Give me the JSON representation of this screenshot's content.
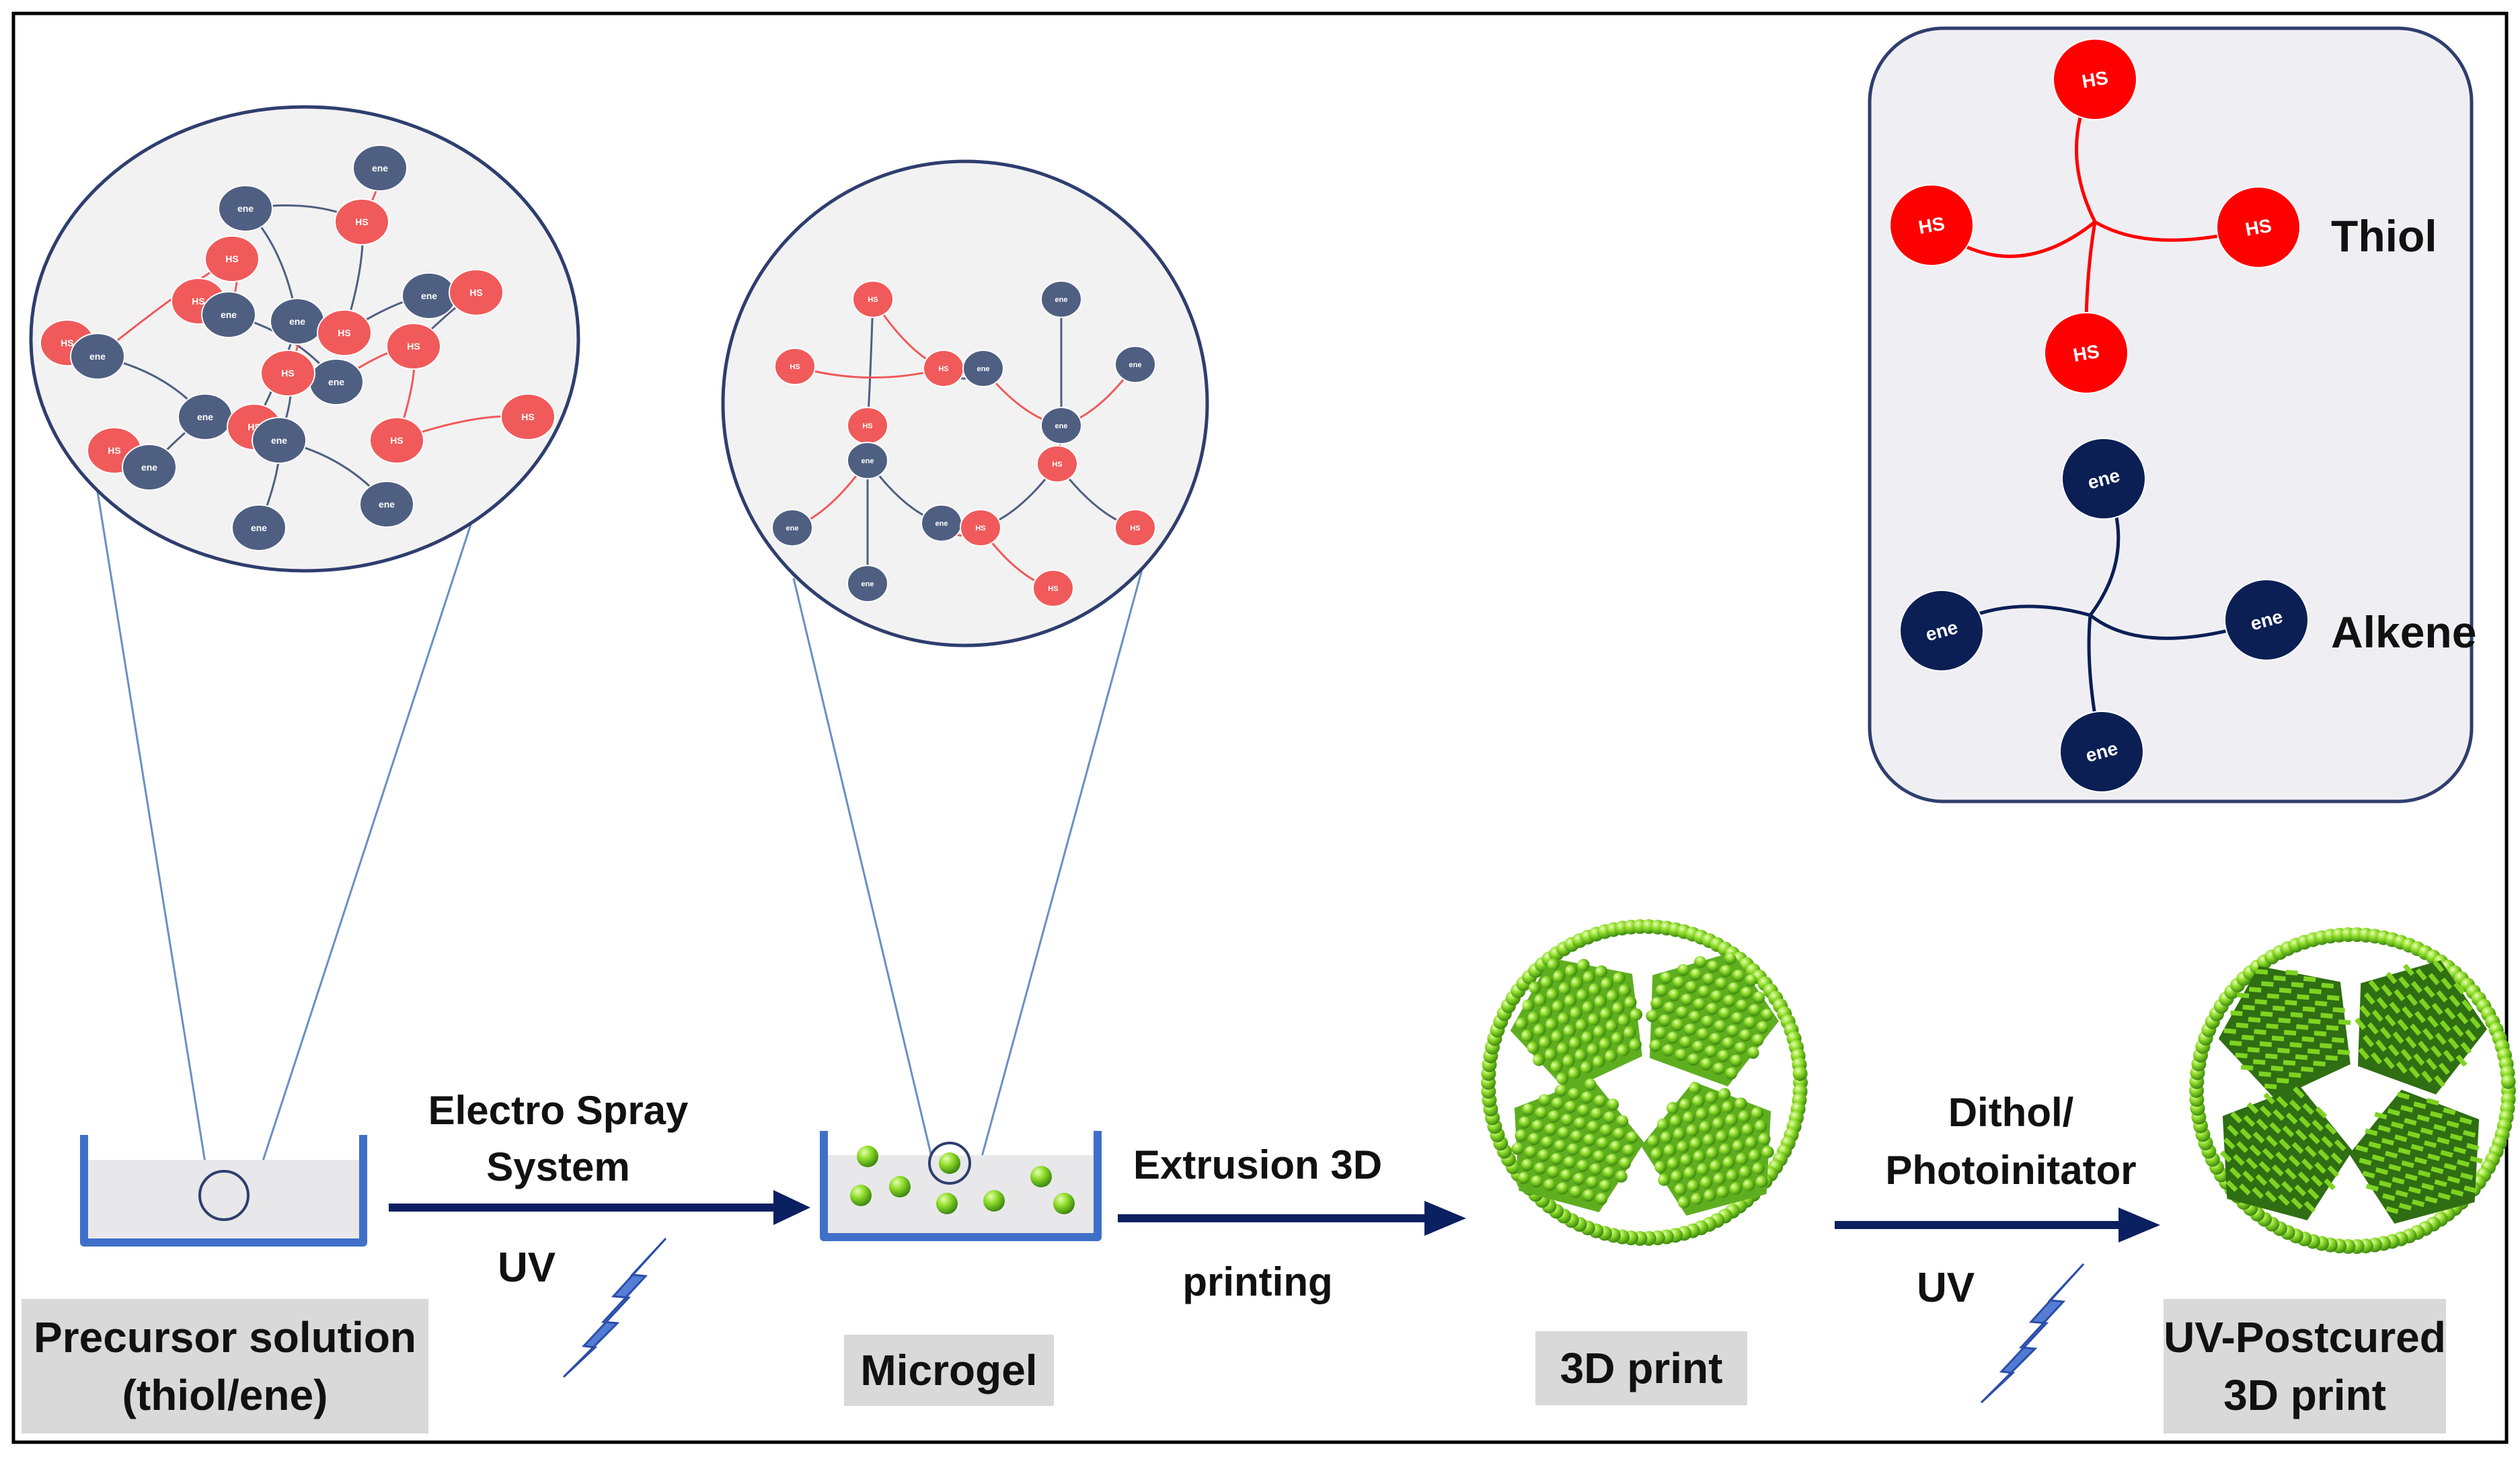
{
  "steps": {
    "precursor": {
      "line1": "Precursor solution",
      "line2": "(thiol/ene)"
    },
    "microgel": {
      "label": "Microgel"
    },
    "print": {
      "label": "3D print"
    },
    "postcured": {
      "line1": "UV-Postcured",
      "line2": "3D print"
    }
  },
  "arrows": {
    "a1": {
      "line1": "Electro Spray",
      "line2": "System",
      "uv": "UV"
    },
    "a2": {
      "line1": "Extrusion 3D",
      "line2": "printing"
    },
    "a3": {
      "line1": "Dithol/",
      "line2": "Photoinitator",
      "uv": "UV"
    }
  },
  "legend": {
    "thiol": "Thiol",
    "alkene": "Alkene"
  },
  "groups": {
    "thiol": "HS",
    "ene": "ene"
  },
  "colors": {
    "thiol_node": "#f05a5a",
    "ene_node": "#4f5f82",
    "legend_thiol": "#ff0000",
    "legend_ene": "#0b1f55",
    "arrow": "#0b2060",
    "beaker": "#3f6fc8",
    "microgel_bead": "#7ed321",
    "bolt": "#3f6fd0",
    "label_box": "#d9d9d9"
  }
}
